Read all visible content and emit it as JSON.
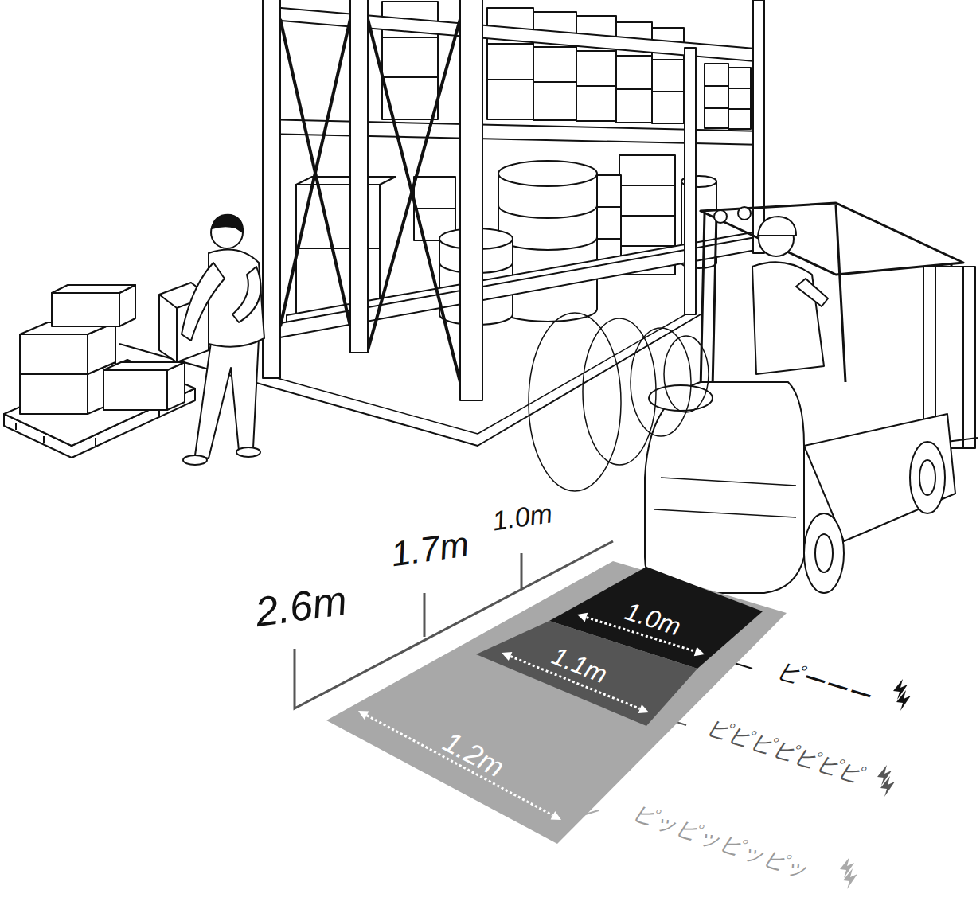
{
  "diagram": {
    "nodes": [
      {
        "text": [
          "1.2m"
        ]
      },
      {
        "text": [
          "1.0m"
        ],
        "in": 0
      },
      {
        "text": [
          "1.1m"
        ],
        "in": 0
      }
    ],
    "labels": [
      "2.6m",
      "1.7m",
      "1.0m",
      "ピーーー",
      "ピピピピピピピ",
      "ピッピッピッピッ"
    ]
  }
}
